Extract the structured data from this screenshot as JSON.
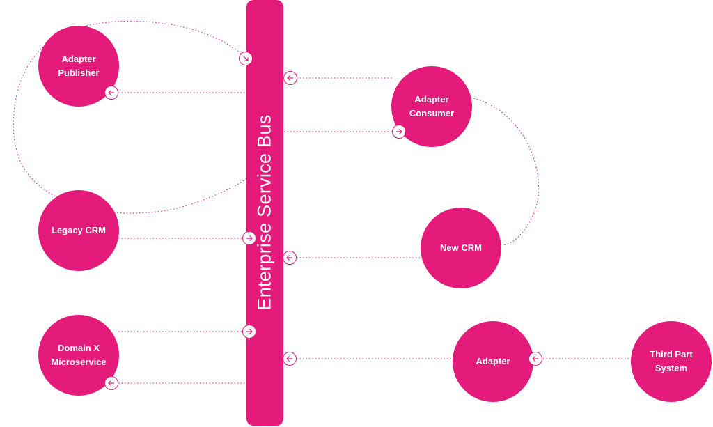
{
  "bus": {
    "label": "Enterprise Service Bus"
  },
  "nodes": {
    "adapter_publisher": "Adapter\nPublisher",
    "adapter_consumer": "Adapter\nConsumer",
    "legacy_crm": "Legacy CRM",
    "new_crm": "New CRM",
    "domain_x_microservice": "Domain X\nMicroservice",
    "adapter": "Adapter",
    "third_part_system": "Third Part\nSystem"
  },
  "colors": {
    "accent": "#e41b7b",
    "background": "#ffffff"
  }
}
